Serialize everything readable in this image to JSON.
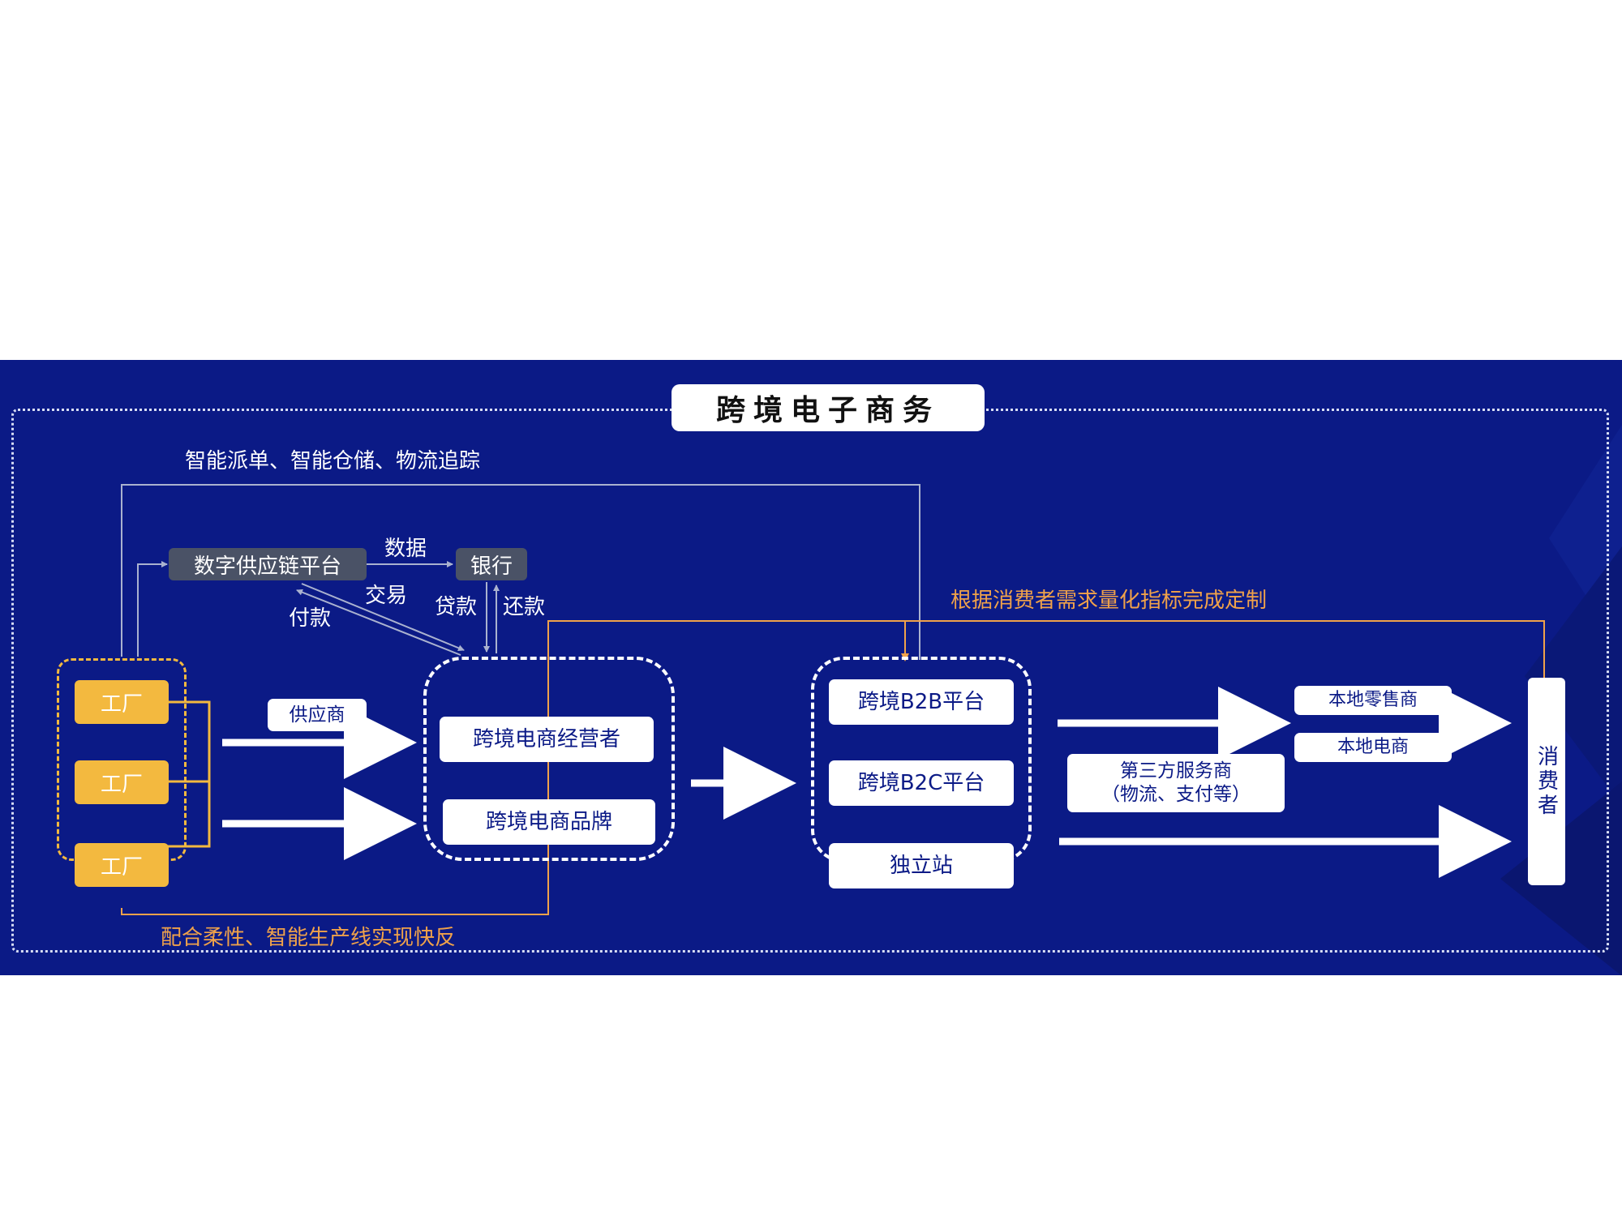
{
  "title": "跨境电子商务",
  "labels": {
    "smart_logistics": "智能派单、智能仓储、物流追踪",
    "data": "数据",
    "trade": "交易",
    "payment": "付款",
    "loan": "贷款",
    "repay": "还款",
    "customize": "根据消费者需求量化指标完成定制",
    "flexible": "配合柔性、智能生产线实现快反"
  },
  "supply_platform": "数字供应链平台",
  "bank": "银行",
  "factories": [
    "工厂",
    "工厂",
    "工厂"
  ],
  "supplier": "供应商",
  "operators": {
    "operator": "跨境电商经营者",
    "brand": "跨境电商品牌"
  },
  "platforms": [
    "跨境B2B平台",
    "跨境B2C平台",
    "独立站"
  ],
  "third_party": {
    "line1": "第三方服务商",
    "line2": "（物流、支付等）"
  },
  "local_retailer": "本地零售商",
  "local_ecommerce": "本地电商",
  "consumer": "消费者",
  "colors": {
    "background": "#0b1a86",
    "factory": "#f3b93f",
    "orange_text": "#f0a24a",
    "dark_box": "#4a5266"
  }
}
